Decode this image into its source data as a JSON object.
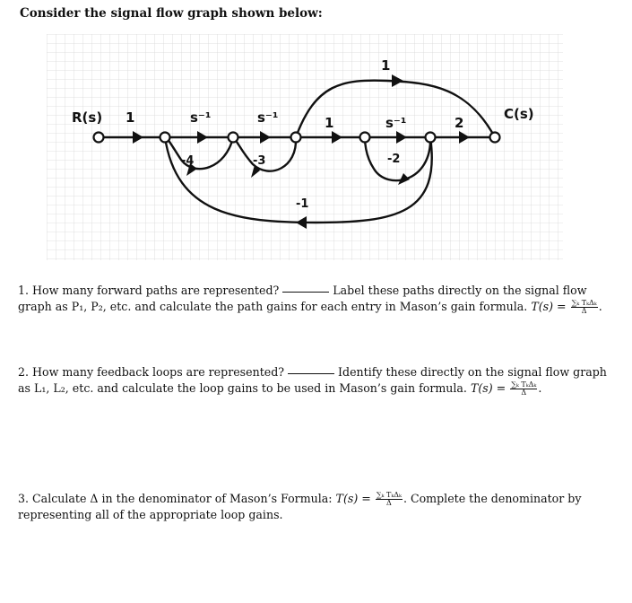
{
  "heading": "Consider the signal flow graph shown below:",
  "graph": {
    "input_label": "R(s)",
    "output_label": "C(s)",
    "forward_gains": [
      "1",
      "s⁻¹",
      "s⁻¹",
      "1",
      "s⁻¹",
      "2"
    ],
    "bypass_gain": "1",
    "loop_gains": [
      "-4",
      "-3",
      "-2",
      "-1"
    ]
  },
  "questions": [
    {
      "number": "1.",
      "text_a": "How many forward paths are represented?",
      "text_b": "Label these paths directly on the signal flow graph as P₁, P₂, etc. and calculate the path gains for each entry in Mason’s gain formula.",
      "formula_lhs": "T(s) =",
      "frac_num": "∑ₖ TₖΔₖ",
      "frac_den": "Δ"
    },
    {
      "number": "2.",
      "text_a": "How many feedback loops are represented?",
      "text_b": "Identify these directly on the signal flow graph as L₁, L₂, etc. and calculate the loop gains to be used in Mason’s gain formula.",
      "formula_lhs": "T(s) =",
      "frac_num": "∑ₖ TₖΔₖ",
      "frac_den": "Δ"
    },
    {
      "number": "3.",
      "text_a": "Calculate Δ in the denominator of Mason’s Formula:",
      "formula_lhs": "T(s) =",
      "frac_num": "∑ₖ TₖΔₖ",
      "frac_den": "Δ",
      "text_b": "Complete the denominator by representing all of the appropriate loop gains."
    }
  ]
}
